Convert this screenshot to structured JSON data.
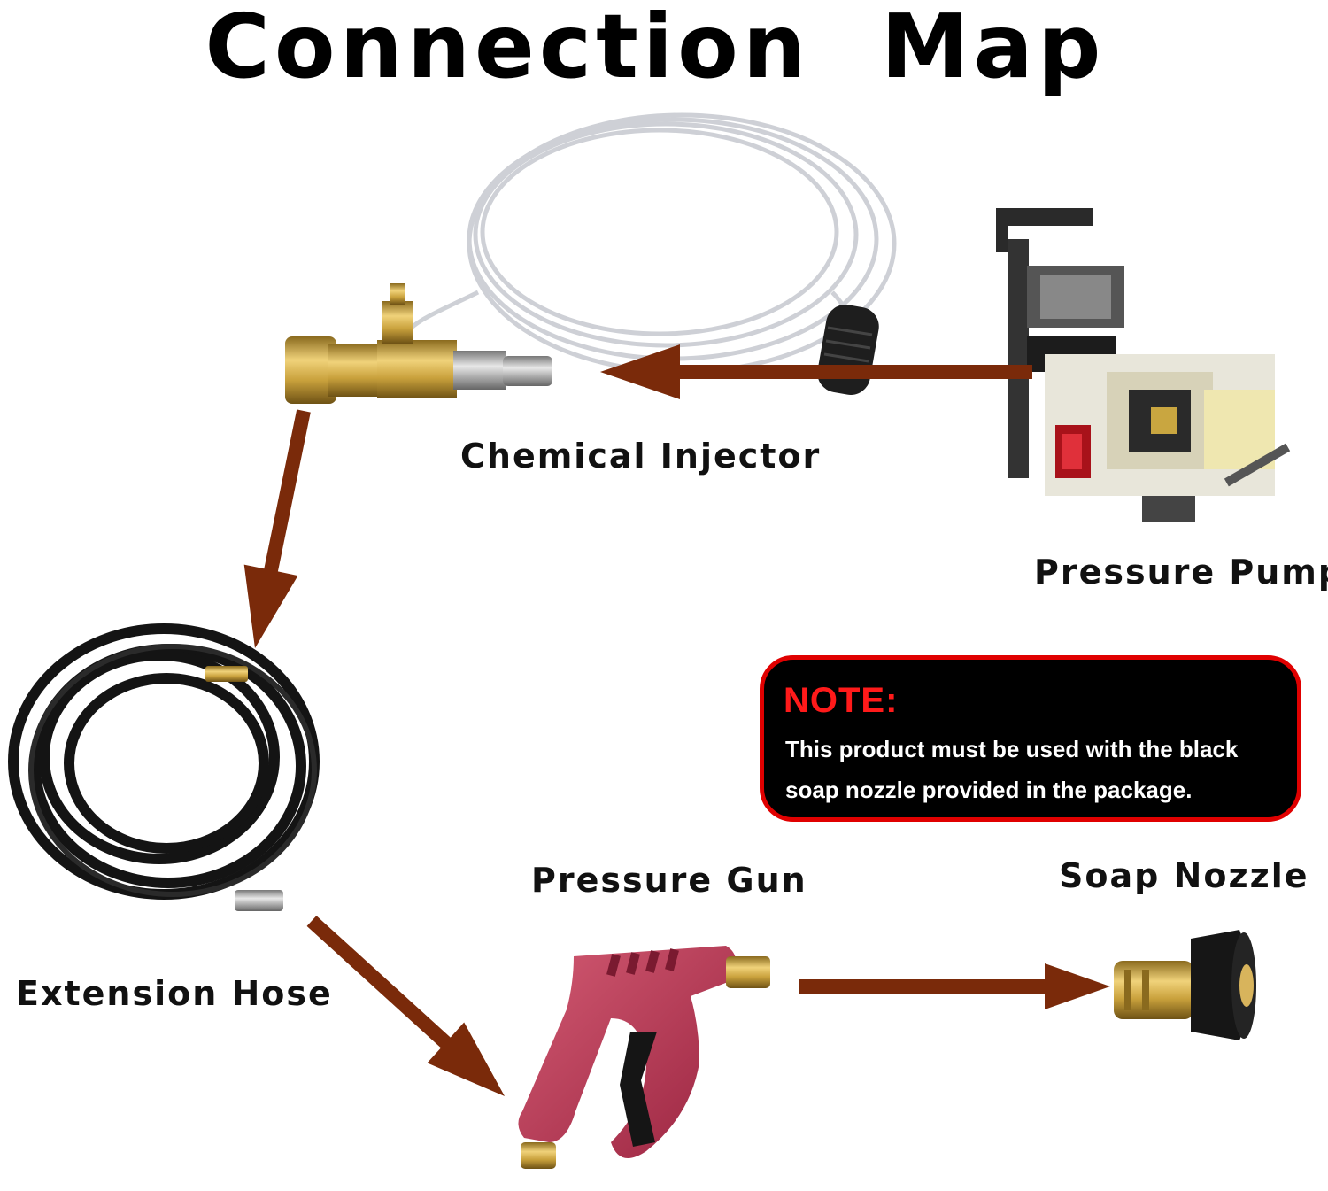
{
  "title": "Connection  Map",
  "labels": {
    "chemical_injector": "Chemical Injector",
    "pressure_pump": "Pressure Pump",
    "extension_hose": "Extension Hose",
    "pressure_gun": "Pressure Gun",
    "soap_nozzle": "Soap Nozzle"
  },
  "note": {
    "heading": "NOTE:",
    "line1": "This product must be used with the black",
    "line2": "soap nozzle provided in the package."
  },
  "colors": {
    "arrow": "#7a2a0a",
    "note_border": "#e00000",
    "note_heading": "#ff1a1a",
    "brass": "#c9a13c",
    "gun_red": "#b8334d"
  }
}
